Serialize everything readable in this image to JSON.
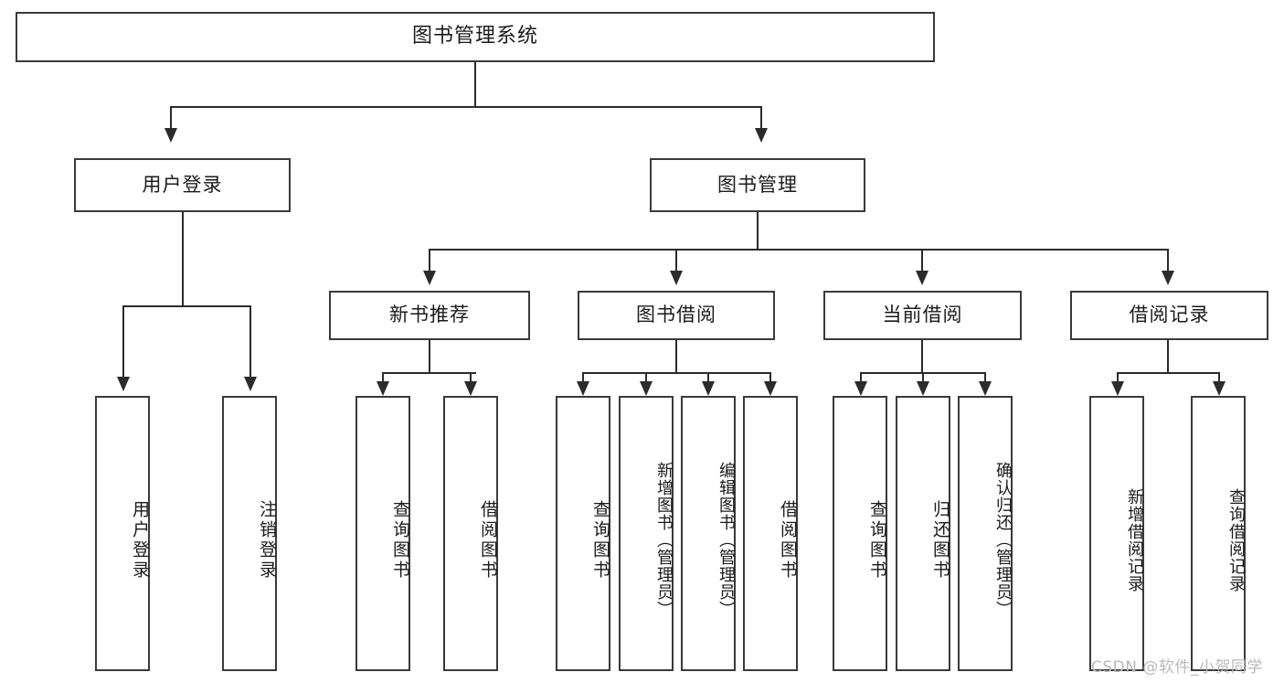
{
  "diagram": {
    "title": "图书管理系统",
    "root": {
      "label": "图书管理系统"
    },
    "level2": [
      {
        "label": "用户登录"
      },
      {
        "label": "图书管理"
      }
    ],
    "level3": [
      {
        "label": "新书推荐"
      },
      {
        "label": "图书借阅"
      },
      {
        "label": "当前借阅"
      },
      {
        "label": "借阅记录"
      }
    ],
    "leaves": {
      "user_login": [
        {
          "label": "用户登录"
        },
        {
          "label": "注销登录"
        }
      ],
      "new_book": [
        {
          "label": "查询图书"
        },
        {
          "label": "借阅图书"
        }
      ],
      "borrow_book": [
        {
          "label": "查询图书"
        },
        {
          "label": "新增图书（管理员）"
        },
        {
          "label": "编辑图书（管理员）"
        },
        {
          "label": "借阅图书"
        }
      ],
      "current_borrow": [
        {
          "label": "查询图书"
        },
        {
          "label": "归还图书"
        },
        {
          "label": "确认归还（管理员）"
        }
      ],
      "borrow_record": [
        {
          "label": "新增借阅记录"
        },
        {
          "label": "查询借阅记录"
        }
      ]
    }
  },
  "watermark": {
    "text": "CSDN @软件_小贺同学"
  },
  "colors": {
    "box_border": "#3a3a3a",
    "connector": "#2b2b2b",
    "background": "#ffffff",
    "text": "#1b1b1b",
    "watermark": "#b9b9b9"
  }
}
